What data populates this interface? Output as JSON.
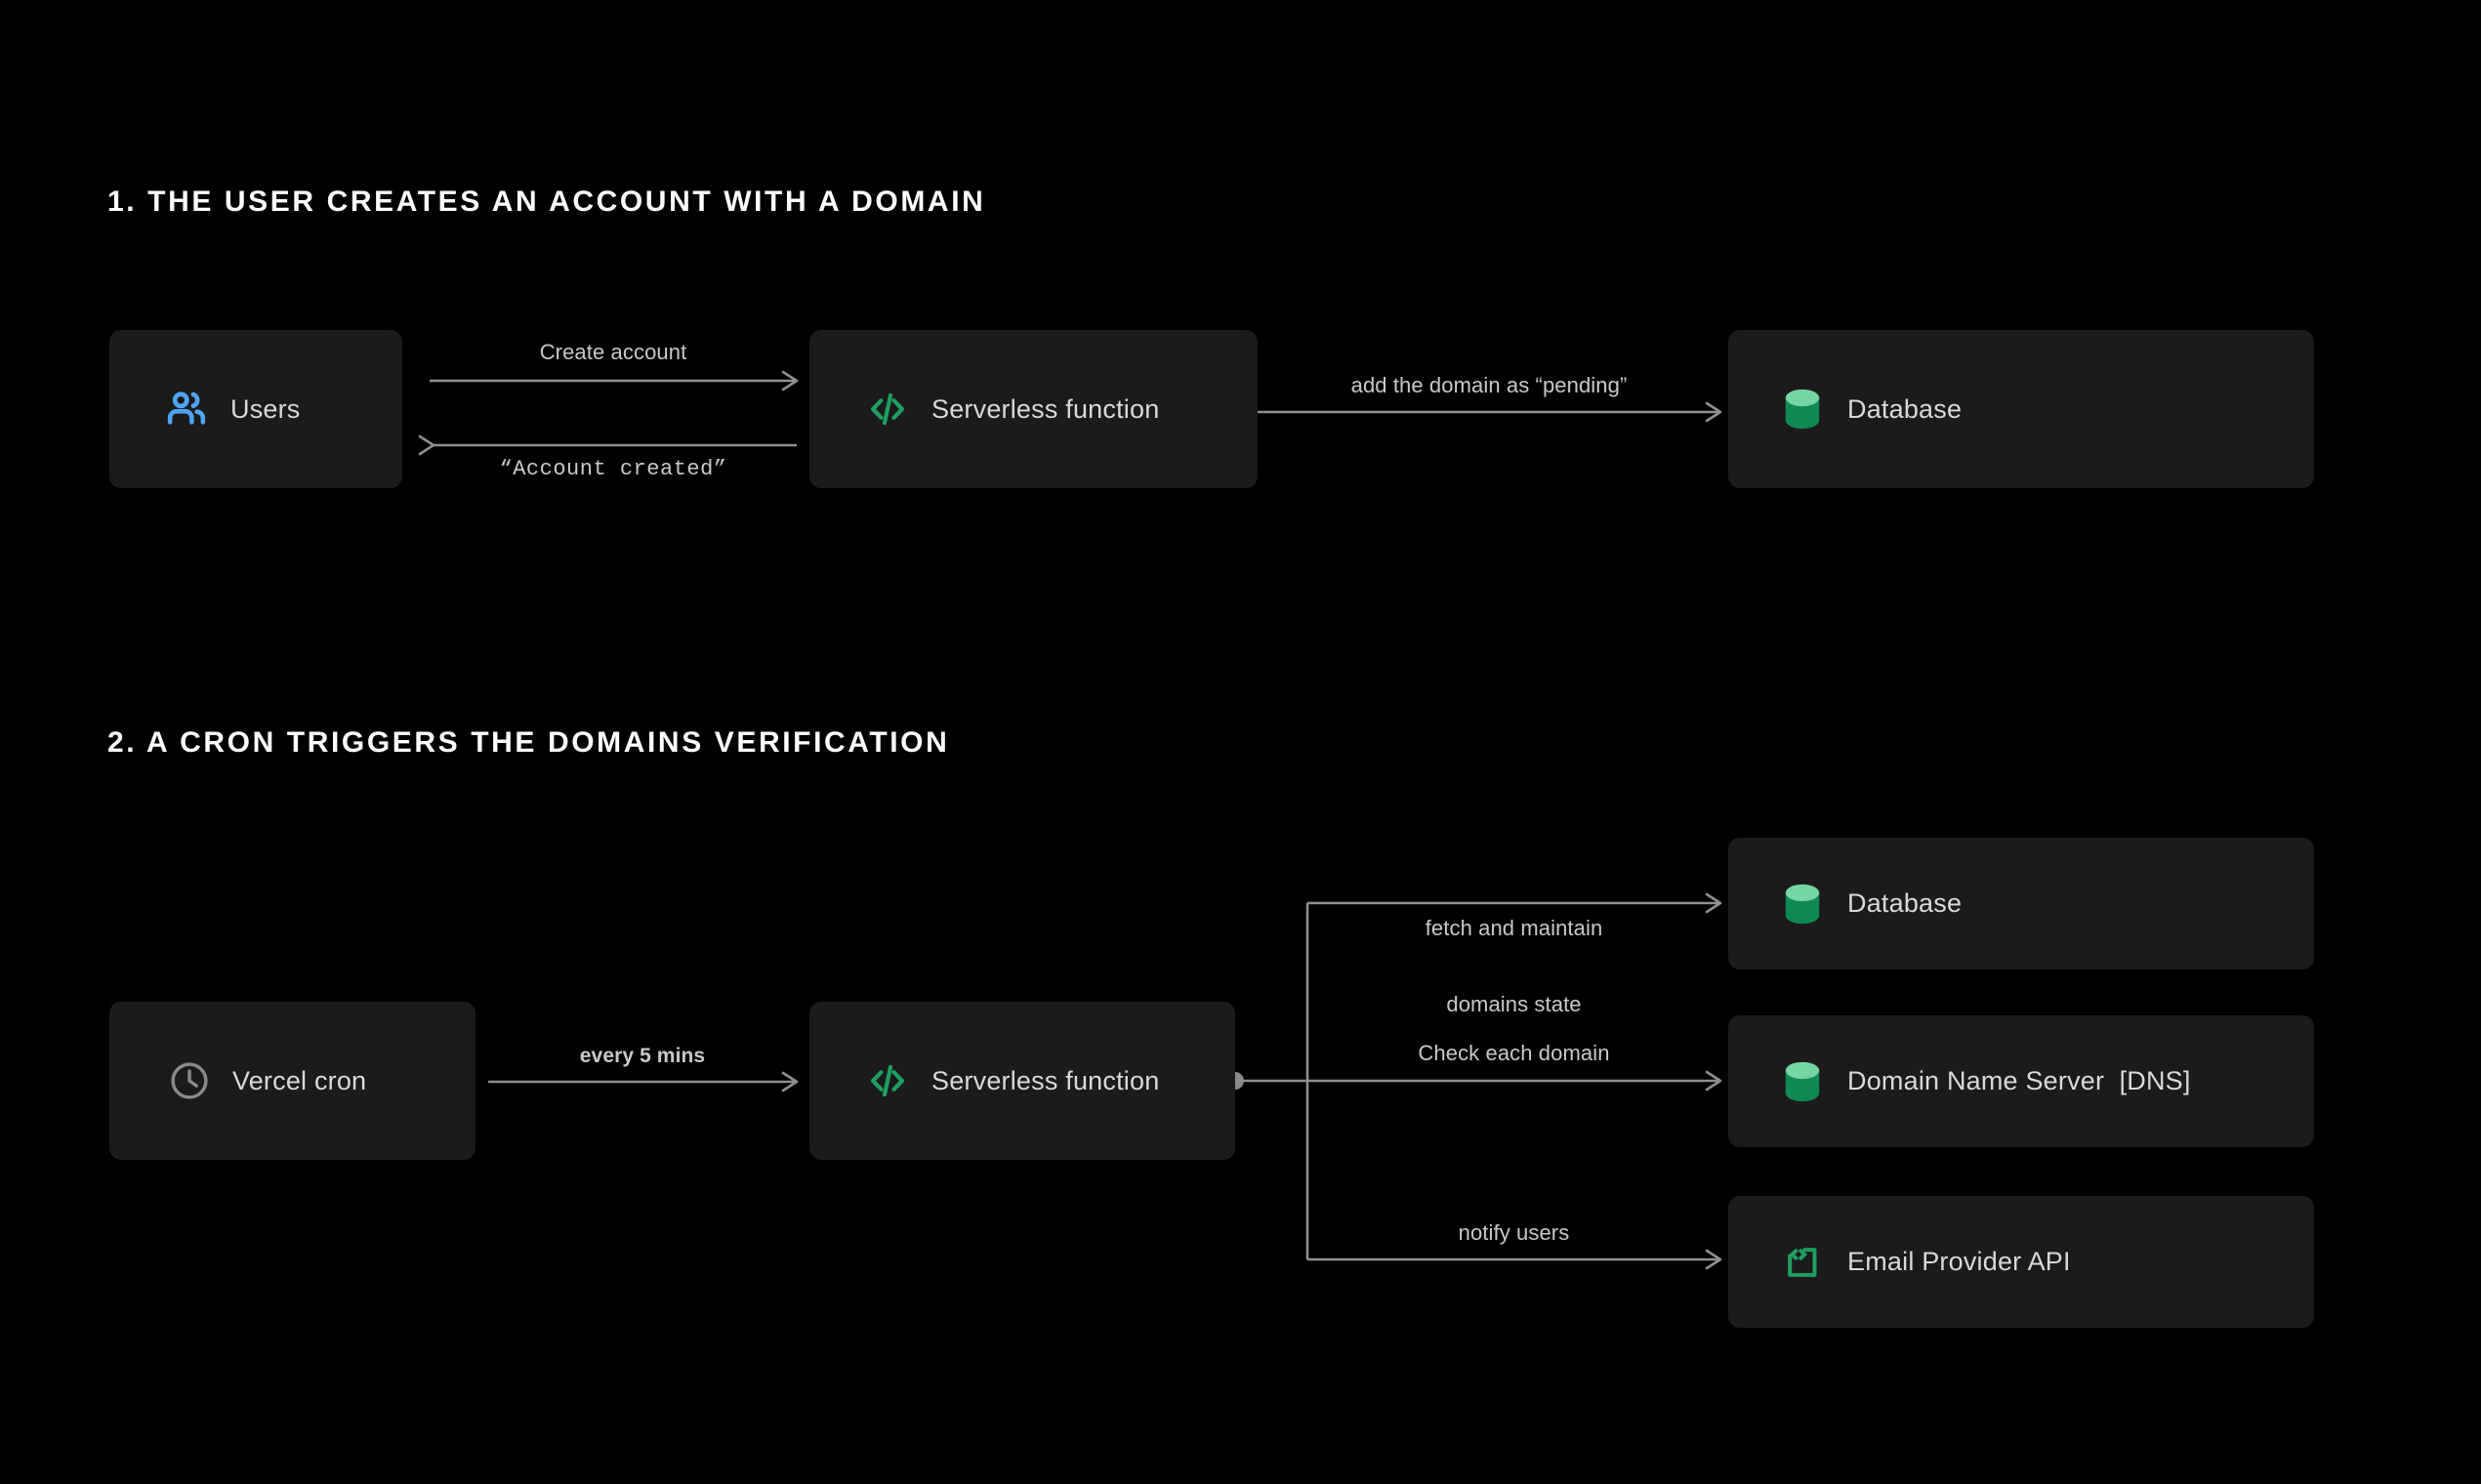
{
  "theme": {
    "background": "#000000",
    "node_fill": "#1b1b1b",
    "text_primary": "#ffffff",
    "text_secondary": "#d9d9d9",
    "edge_line": "#909090",
    "accent_blue": "#4fa3f7",
    "accent_green": "#1f9e5f",
    "accent_green_light": "#76d6a3",
    "icon_gray": "#8a8a8a"
  },
  "sections": [
    {
      "id": "section-1",
      "heading": "1. THE USER CREATES AN ACCOUNT WITH A DOMAIN",
      "nodes": [
        {
          "id": "users",
          "label": "Users",
          "icon": "users-icon"
        },
        {
          "id": "serverless-1",
          "label": "Serverless function",
          "icon": "code-icon"
        },
        {
          "id": "database-1",
          "label": "Database",
          "icon": "database-icon"
        }
      ],
      "edges": [
        {
          "id": "create-account",
          "label": "Create account",
          "style": "sans",
          "direction": "right"
        },
        {
          "id": "account-created",
          "label": "“Account created”",
          "style": "mono",
          "direction": "left"
        },
        {
          "id": "add-domain",
          "label": "add the domain as “pending”",
          "style": "sans",
          "direction": "right"
        }
      ]
    },
    {
      "id": "section-2",
      "heading": "2. A CRON TRIGGERS THE DOMAINS VERIFICATION",
      "nodes": [
        {
          "id": "vercel-cron",
          "label": "Vercel cron",
          "icon": "clock-icon"
        },
        {
          "id": "serverless-2",
          "label": "Serverless function",
          "icon": "code-icon"
        },
        {
          "id": "database-2",
          "label": "Database",
          "icon": "database-icon"
        },
        {
          "id": "dns",
          "label": "Domain Name Server  [DNS]",
          "icon": "database-icon"
        },
        {
          "id": "email-api",
          "label": "Email Provider API",
          "icon": "api-bracket-icon"
        }
      ],
      "edges": [
        {
          "id": "every-5-mins",
          "label": "every 5 mins",
          "style": "bold",
          "direction": "right"
        },
        {
          "id": "fetch-state",
          "label": "fetch and maintain",
          "label_line2": "domains state",
          "style": "sans",
          "direction": "right"
        },
        {
          "id": "check-domain",
          "label": "Check each domain",
          "style": "sans",
          "direction": "right"
        },
        {
          "id": "notify-users",
          "label": "notify users",
          "style": "sans",
          "direction": "right"
        }
      ]
    }
  ]
}
